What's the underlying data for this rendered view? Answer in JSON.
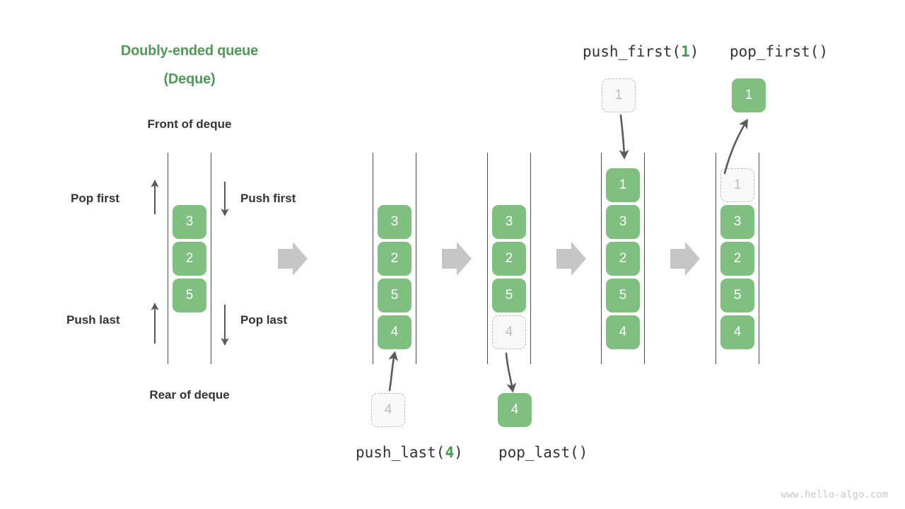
{
  "diagram": {
    "title_line1": "Doubly-ended queue",
    "title_line2": "(Deque)",
    "front_label": "Front of deque",
    "rear_label": "Rear of deque",
    "watermark": "www.hello-algo.com",
    "colors": {
      "accent_green": "#4e9a56",
      "cell_green": "#7fbf7f",
      "ghost_gray": "#bdbdbd",
      "ghost_fill": "#f8f8f8",
      "rail_gray": "#4a4a4a",
      "block_arrow_gray": "#c6c6c6",
      "thin_arrow_gray": "#5a5a5a",
      "text_dark": "#333333",
      "watermark_gray": "#c9c9c9"
    },
    "side_labels": {
      "pop_first": "Pop first",
      "push_first": "Push first",
      "push_last": "Push last",
      "pop_last": "Pop last"
    },
    "operations": {
      "push_last": {
        "name": "push_last(",
        "arg": "4",
        "close": ")"
      },
      "pop_last": {
        "name": "pop_last(",
        "arg": "",
        "close": ")"
      },
      "push_first": {
        "name": "push_first(",
        "arg": "1",
        "close": ")"
      },
      "pop_first": {
        "name": "pop_first(",
        "arg": "",
        "close": ")"
      }
    },
    "columns": [
      {
        "id": "initial",
        "cells": [
          {
            "value": "3",
            "state": "solid"
          },
          {
            "value": "2",
            "state": "solid"
          },
          {
            "value": "5",
            "state": "solid"
          }
        ]
      },
      {
        "id": "after-push-last",
        "cells": [
          {
            "value": "3",
            "state": "solid"
          },
          {
            "value": "2",
            "state": "solid"
          },
          {
            "value": "5",
            "state": "solid"
          },
          {
            "value": "4",
            "state": "solid"
          }
        ]
      },
      {
        "id": "before-pop-last",
        "cells": [
          {
            "value": "3",
            "state": "solid"
          },
          {
            "value": "2",
            "state": "solid"
          },
          {
            "value": "5",
            "state": "solid"
          },
          {
            "value": "4",
            "state": "ghost"
          }
        ]
      },
      {
        "id": "after-push-first",
        "cells": [
          {
            "value": "1",
            "state": "solid"
          },
          {
            "value": "3",
            "state": "solid"
          },
          {
            "value": "2",
            "state": "solid"
          },
          {
            "value": "5",
            "state": "solid"
          },
          {
            "value": "4",
            "state": "solid"
          }
        ]
      },
      {
        "id": "before-pop-first",
        "cells": [
          {
            "value": "1",
            "state": "ghost"
          },
          {
            "value": "3",
            "state": "solid"
          },
          {
            "value": "2",
            "state": "solid"
          },
          {
            "value": "5",
            "state": "solid"
          },
          {
            "value": "4",
            "state": "solid"
          }
        ]
      }
    ],
    "floating_cells": {
      "push_last_incoming": {
        "value": "4",
        "state": "ghost"
      },
      "pop_last_outgoing": {
        "value": "4",
        "state": "solid"
      },
      "push_first_incoming": {
        "value": "1",
        "state": "ghost"
      },
      "pop_first_outgoing": {
        "value": "1",
        "state": "solid"
      }
    }
  }
}
